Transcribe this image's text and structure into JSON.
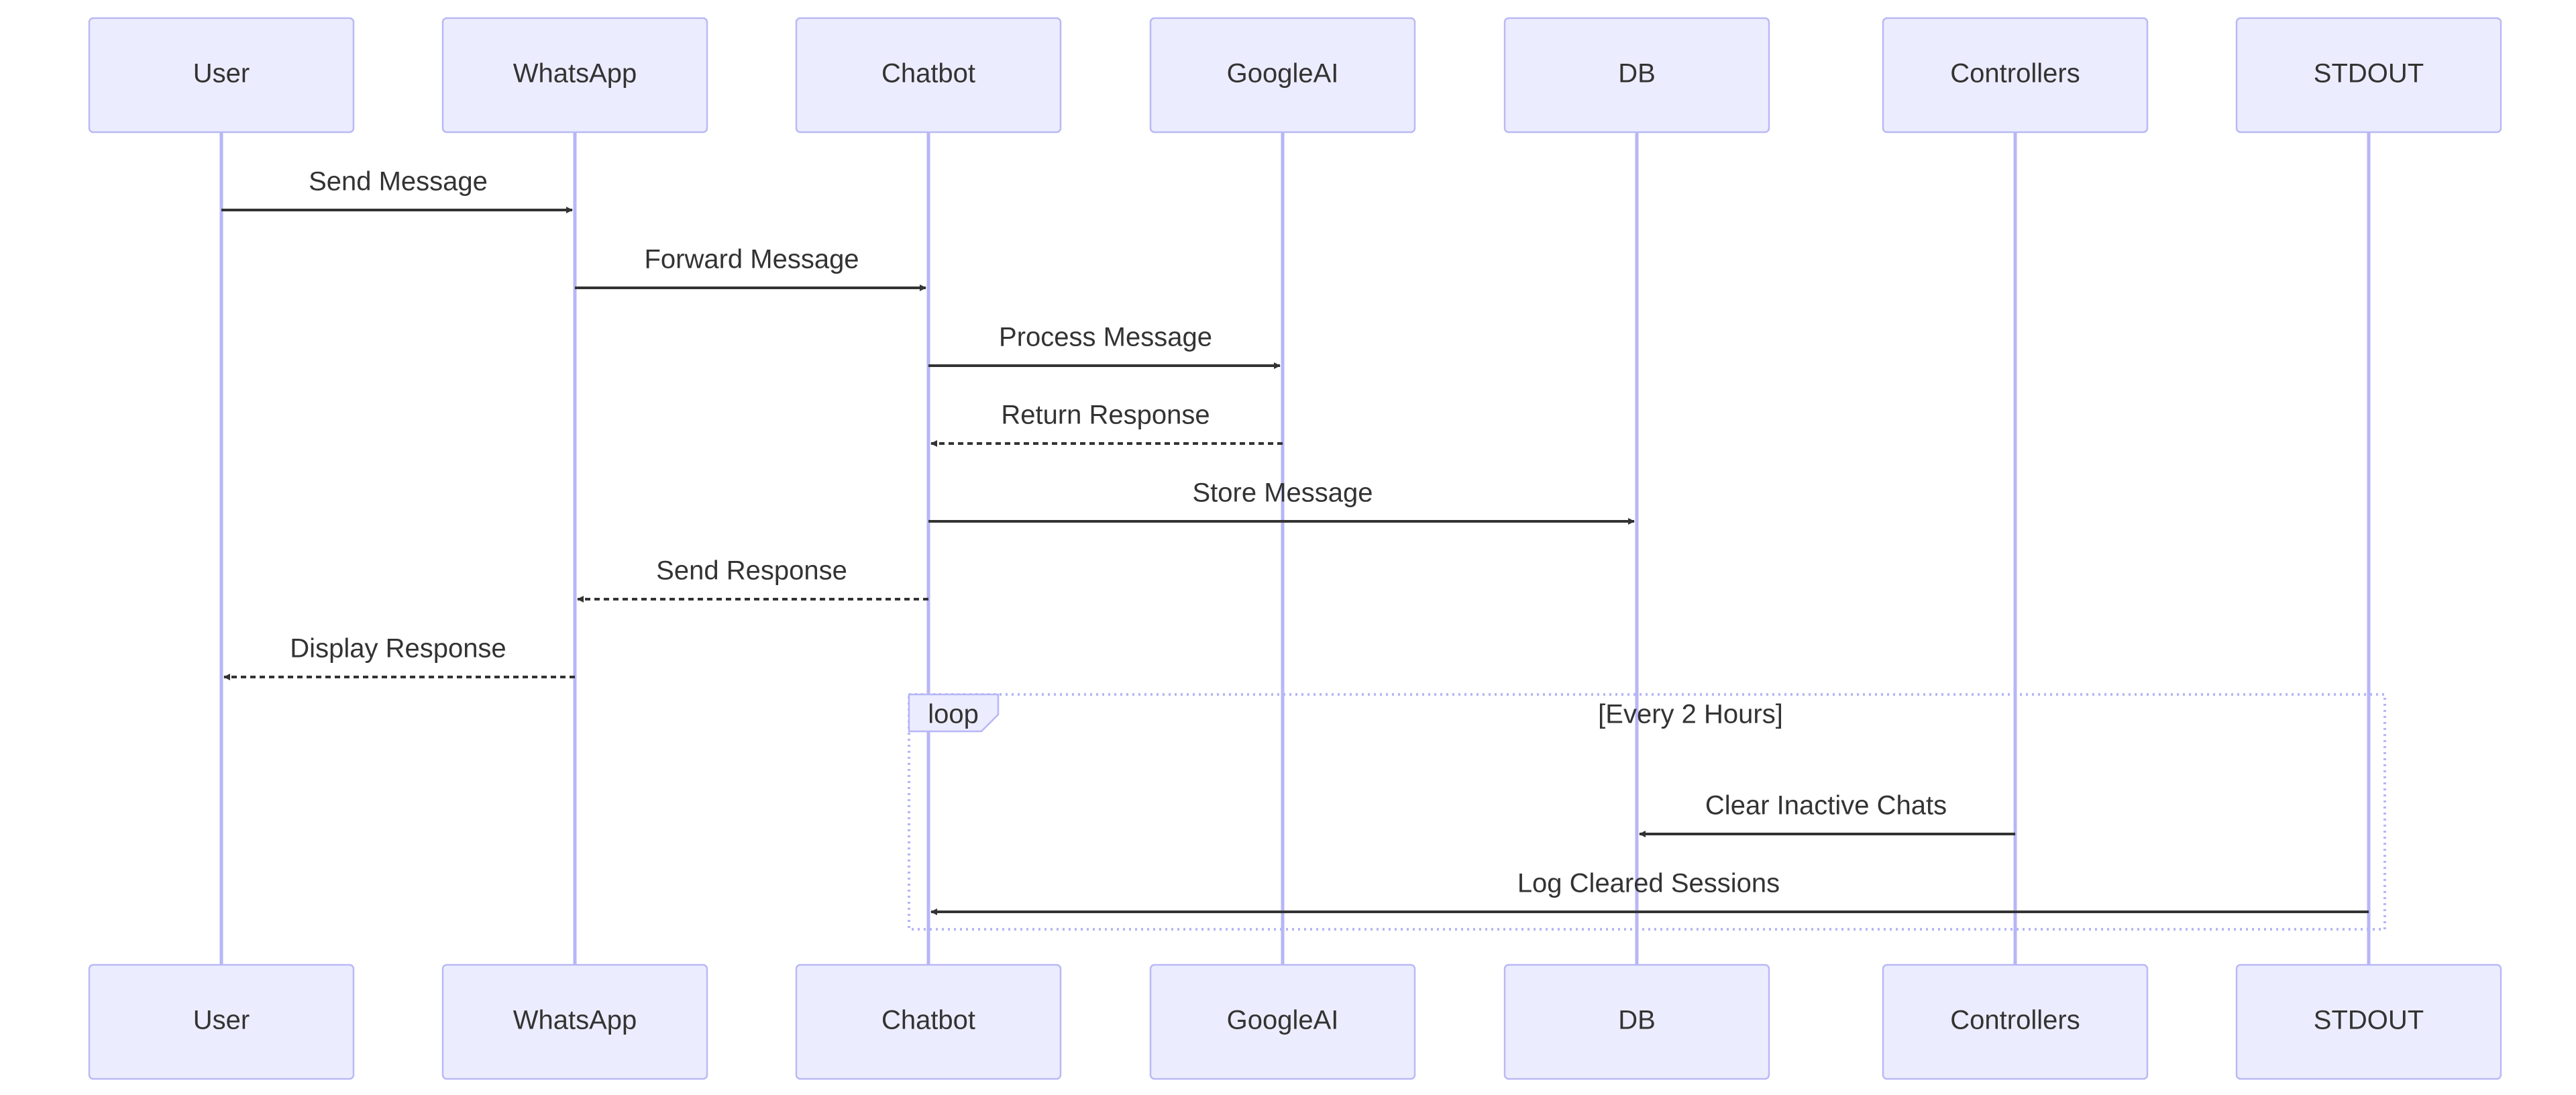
{
  "participants": [
    "User",
    "WhatsApp",
    "Chatbot",
    "GoogleAI",
    "DB",
    "Controllers",
    "STDOUT"
  ],
  "messages": [
    {
      "from": 0,
      "to": 1,
      "label": "Send Message",
      "dashed": false
    },
    {
      "from": 1,
      "to": 2,
      "label": "Forward Message",
      "dashed": false
    },
    {
      "from": 2,
      "to": 3,
      "label": "Process Message",
      "dashed": false
    },
    {
      "from": 3,
      "to": 2,
      "label": "Return Response",
      "dashed": true
    },
    {
      "from": 2,
      "to": 4,
      "label": "Store Message",
      "dashed": false
    },
    {
      "from": 2,
      "to": 1,
      "label": "Send Response",
      "dashed": true
    },
    {
      "from": 1,
      "to": 0,
      "label": "Display Response",
      "dashed": true
    },
    {
      "from": 5,
      "to": 4,
      "label": "Clear Inactive Chats",
      "dashed": false
    },
    {
      "from": 6,
      "to": 2,
      "label": "Log Cleared Sessions",
      "dashed": false
    }
  ],
  "loop": {
    "label": "loop",
    "condition": "[Every 2 Hours]"
  },
  "colors": {
    "actor_fill": "#ECECFF",
    "actor_stroke": "#B9B9F5",
    "lifeline": "#B6B6F7",
    "line": "#333333",
    "text": "#333333"
  }
}
